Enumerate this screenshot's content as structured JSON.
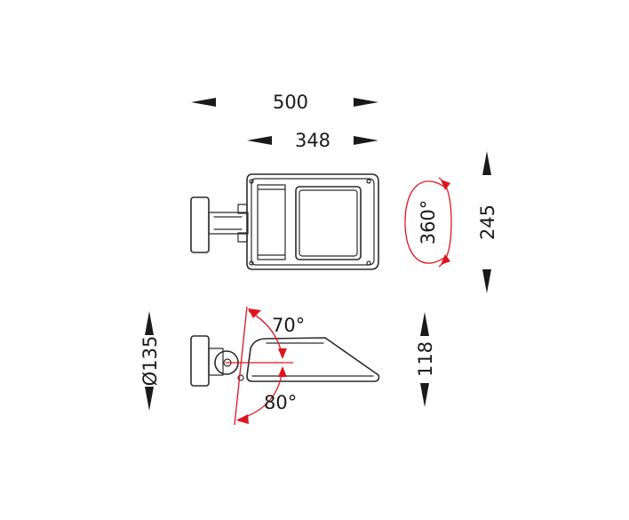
{
  "dimensions": {
    "overall_length": "500",
    "body_length": "348",
    "height": "245",
    "rotation": "360°",
    "tilt_up": "70°",
    "tilt_down": "80°",
    "side_height": "118",
    "bracket_diameter": "Ø135"
  },
  "colors": {
    "outline": "#2b2b2b",
    "angle_marks": "#e0141e"
  }
}
